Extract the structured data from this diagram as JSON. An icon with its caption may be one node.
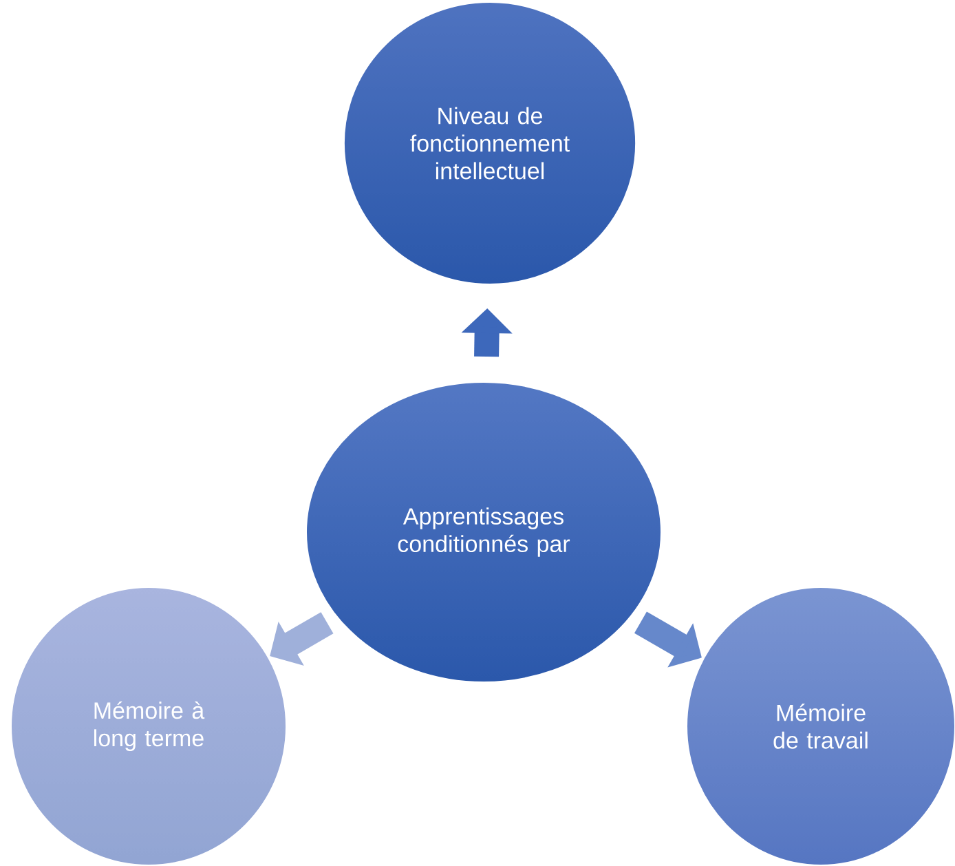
{
  "diagram": {
    "nodes": [
      {
        "text": [
          "Niveau de fonctionnement intellectuel"
        ]
      },
      {
        "text": [
          "Apprentissages conditionnés par"
        ]
      },
      {
        "text": [
          "Mémoire à long terme"
        ]
      },
      {
        "text": [
          "Mémoire de travail"
        ]
      }
    ],
    "edges": [
      {
        "from": 1,
        "to": 0,
        "arrow": "to"
      },
      {
        "from": 1,
        "to": 2,
        "arrow": "to",
        "color": "#9fb0da"
      },
      {
        "from": 1,
        "to": 3,
        "arrow": "to",
        "color": "#6688cb"
      }
    ]
  }
}
